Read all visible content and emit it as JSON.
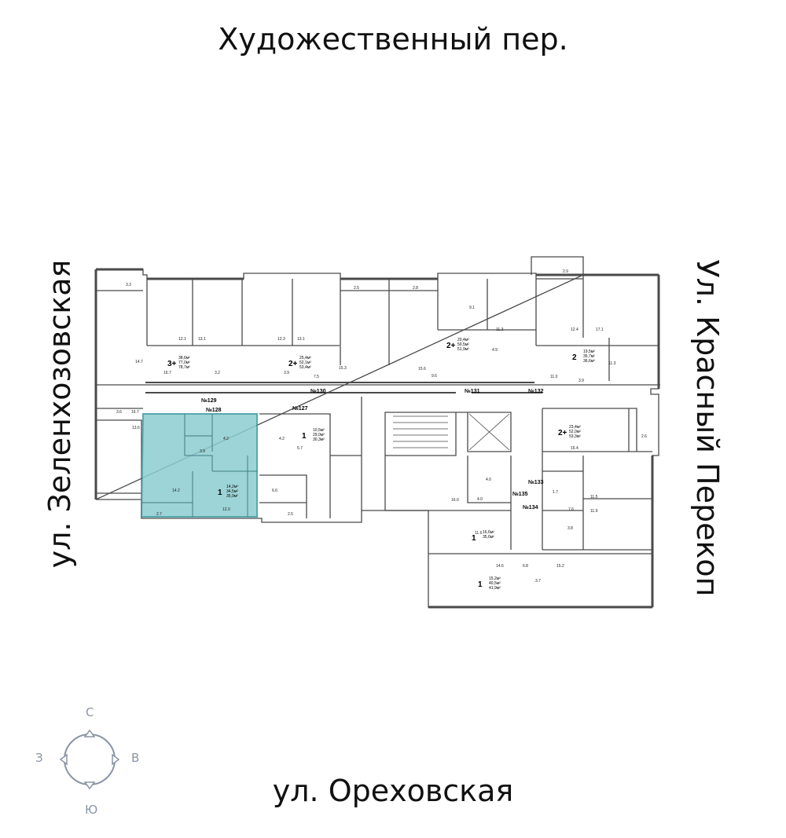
{
  "streets": {
    "top": "Художественный пер.",
    "left": "ул. Зеленхозовская",
    "right": "Ул. Красный Перекоп",
    "bottom": "ул. Ореховская"
  },
  "compass": {
    "north": "С",
    "east": "В",
    "south": "Ю",
    "west": "З"
  },
  "colors": {
    "highlight": "#8ccdd1",
    "highlight_stroke": "#3d9aa1",
    "walls": "#4a4a4a",
    "compass": "#8a95a5"
  },
  "highlighted_apartment": {
    "rooms": "1",
    "living_area": "14,2м²",
    "total_area": "34,5м²",
    "area_with_balcony": "35,9м²"
  },
  "apartments": [
    {
      "rooms": "3+",
      "a": "38,6м²",
      "b": "77,0м²",
      "c": "78,7м²"
    },
    {
      "rooms": "2+",
      "a": "25,4м²",
      "b": "52,1м²",
      "c": "53,4м²"
    },
    {
      "rooms": "1",
      "a": "10,5м²",
      "b": "29,0м²",
      "c": "30,3м²"
    },
    {
      "rooms": "2+",
      "a": "20,4м²",
      "b": "50,5м²",
      "c": "51,9м²"
    },
    {
      "rooms": "2",
      "a": "19,5м²",
      "b": "35,7м²",
      "c": "36,6м²"
    },
    {
      "rooms": "2+",
      "a": "23,4м²",
      "b": "52,0м²",
      "c": "53,3м²"
    },
    {
      "rooms": "1",
      "a": "16,6м²",
      "b": "35,6м²",
      "c": ""
    },
    {
      "rooms": "1",
      "a": "15,2м²",
      "b": "40,5м²",
      "c": "41,9м²"
    }
  ],
  "unit_numbers": [
    "№128",
    "№129",
    "№127",
    "№130",
    "№131",
    "№132",
    "№133",
    "№135",
    "№134"
  ],
  "room_areas": [
    "3.3",
    "12.1",
    "13.1",
    "14.7",
    "16.7",
    "3.6",
    "16.7",
    "13.6",
    "3.2",
    "12.3",
    "13.1",
    "3.9",
    "7.5",
    "15.3",
    "2.5",
    "2.8",
    "15.6",
    "9.1",
    "11.3",
    "4.9",
    "9.6",
    "2.9",
    "12.4",
    "17.1",
    "11.3",
    "11.0",
    "3.9",
    "2.6",
    "16.4",
    "4.2",
    "3.9",
    "14.2",
    "2.7",
    "12.0",
    "4.2",
    "5.7",
    "6.6",
    "2.5",
    "4.0",
    "4.0",
    "16.0",
    "11.6",
    "1.7",
    "7.6",
    "3.8",
    "11.5",
    "11.9",
    "14.6",
    "6.8",
    "15.2",
    "3.7"
  ]
}
